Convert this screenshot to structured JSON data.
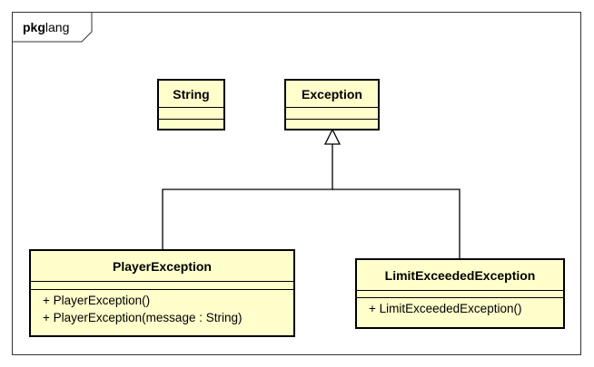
{
  "package": {
    "keyword": "pkg",
    "name": "lang"
  },
  "classes": {
    "string": {
      "name": "String",
      "operations": []
    },
    "exception": {
      "name": "Exception",
      "operations": []
    },
    "player_exception": {
      "name": "PlayerException",
      "operations": [
        "+ PlayerException()",
        "+ PlayerException(message : String)"
      ]
    },
    "limit_exceeded_exception": {
      "name": "LimitExceededException",
      "operations": [
        "+ LimitExceededException()"
      ]
    }
  },
  "relations": [
    {
      "type": "generalization",
      "from": "PlayerException",
      "to": "Exception"
    },
    {
      "type": "generalization",
      "from": "LimitExceededException",
      "to": "Exception"
    }
  ]
}
